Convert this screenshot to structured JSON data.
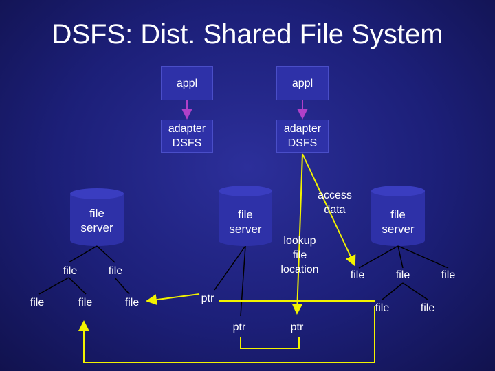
{
  "title": "DSFS: Dist. Shared File System",
  "appl_left": "appl",
  "appl_right": "appl",
  "adapter_left": [
    "adapter",
    "DSFS"
  ],
  "adapter_right": [
    "adapter",
    "DSFS"
  ],
  "servers": {
    "left": [
      "file",
      "server"
    ],
    "middle": [
      "file",
      "server"
    ],
    "right": [
      "file",
      "server"
    ]
  },
  "files_left": [
    "file",
    "file",
    "file",
    "file",
    "file"
  ],
  "files_right": [
    "file",
    "file",
    "file",
    "file",
    "file"
  ],
  "ptr_labels": [
    "ptr",
    "ptr",
    "ptr"
  ],
  "annotations": {
    "access": [
      "access",
      "data"
    ],
    "lookup": [
      "lookup",
      "file",
      "location"
    ]
  },
  "colors": {
    "box": "#2e31a8",
    "arrow_app": "#b040c8",
    "arrow_ptr": "#f2f200",
    "cylinder": "#2e31a8",
    "line": "#000000"
  }
}
